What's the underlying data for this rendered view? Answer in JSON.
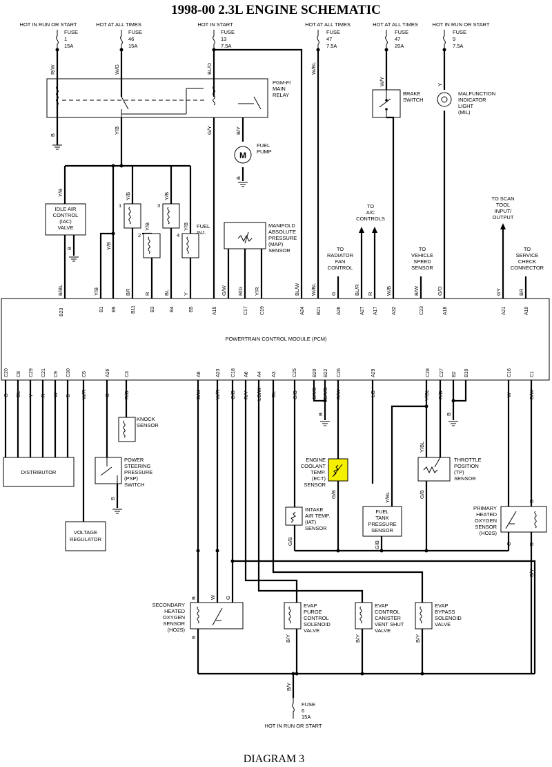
{
  "title": "1998-00 2.3L ENGINE SCHEMATIC",
  "footer": "DIAGRAM 3",
  "colors": {
    "ect_highlight": "#f5f000",
    "wire": "#000000",
    "background": "#ffffff"
  },
  "fuses_top": [
    {
      "hot": "HOT IN RUN OR START",
      "fuse": "FUSE",
      "num": "1",
      "amps": "15A",
      "wire": "R/W"
    },
    {
      "hot": "HOT AT ALL TIMES",
      "fuse": "FUSE",
      "num": "46",
      "amps": "15A",
      "wire": "W/G"
    },
    {
      "hot": "HOT IN START",
      "fuse": "FUSE",
      "num": "13",
      "amps": "7.5A",
      "wire": "BL/O"
    },
    {
      "hot": "HOT AT ALL TIMES",
      "fuse": "FUSE",
      "num": "47",
      "amps": "7.5A",
      "wire": "W/BL"
    },
    {
      "hot": "HOT AT ALL TIMES",
      "fuse": "FUSE",
      "num": "47",
      "amps": "20A",
      "wire": "W/Y"
    },
    {
      "hot": "HOT IN RUN OR START",
      "fuse": "FUSE",
      "num": "9",
      "amps": "7.5A",
      "wire": "Y"
    }
  ],
  "relay": {
    "line1": "PGM-FI",
    "line2": "MAIN",
    "line3": "RELAY"
  },
  "fuel_pump": {
    "line1": "FUEL",
    "line2": "PUMP",
    "symbol": "M"
  },
  "brake_switch": {
    "line1": "BRAKE",
    "line2": "SWITCH"
  },
  "mil": {
    "line1": "MALFUNCTION",
    "line2": "INDICATOR",
    "line3": "LIGHT",
    "line4": "(MIL)"
  },
  "iac": {
    "line1": "IDLE AIR",
    "line2": "CONTROL",
    "line3": "(IAC)",
    "line4": "VALVE"
  },
  "injectors": {
    "label1": "FUEL",
    "label2": "INJ.",
    "n1": "1",
    "n2": "2",
    "n3": "3",
    "n4": "4"
  },
  "map": {
    "line1": "MANIFOLD",
    "line2": "ABSOLUTE",
    "line3": "PRESSURE",
    "line4": "(MAP)",
    "line5": "SENSOR"
  },
  "to_labels": {
    "ac_1": "TO",
    "ac_2": "A/C",
    "ac_3": "CONTROLS",
    "fan_1": "TO",
    "fan_2": "RADIATOR",
    "fan_3": "FAN",
    "fan_4": "CONTROL",
    "vss_1": "TO",
    "vss_2": "VEHICLE",
    "vss_3": "SPEED",
    "vss_4": "SENSOR",
    "scan_1": "TO SCAN",
    "scan_2": "TOOL",
    "scan_3": "INPUT/",
    "scan_4": "OUTPUT",
    "svc_1": "TO",
    "svc_2": "SERVICE",
    "svc_3": "CHECK",
    "svc_4": "CONNECTOR"
  },
  "ground_label": "B",
  "wires": {
    "gy": "G/Y",
    "yb": "Y/B",
    "by": "B/Y",
    "bbl": "B/BL",
    "br": "BR",
    "r": "R",
    "bl": "BL",
    "y": "Y",
    "gw": "G/W",
    "rg": "R/G",
    "yr": "Y/R",
    "blw": "BL/W",
    "g": "G",
    "blr": "BL/R",
    "wb": "W/B",
    "bw": "B/W",
    "go": "G/O",
    "gyy": "GY",
    "c8": "BL",
    "c29": "Y",
    "c21": "R",
    "c9": "W",
    "c30": "B",
    "wr": "W/R",
    "rb": "R/B",
    "a8": "B/W",
    "a23": "W/R",
    "c18": "G/B",
    "a6": "R/Y",
    "a4": "LG/W",
    "a3": "BL",
    "c25": "G/B",
    "brb": "BR/B",
    "rw": "R/W",
    "lg": "LG",
    "ybl": "Y/BL",
    "gb": "G/B",
    "w": "W",
    "bww": "B/W",
    "bw2": "W",
    "g2": "G",
    "by2": "B/Y"
  },
  "pins_top": {
    "b23": "B23",
    "b1": "B1",
    "b9": "B9",
    "b11": "B11",
    "b3": "B3",
    "b4": "B4",
    "b5": "B5",
    "a15": "A15",
    "c17": "C17",
    "c19": "C19",
    "a24": "A24",
    "b21": "B21",
    "a26": "A26",
    "a27": "A27",
    "a17": "A17",
    "a32": "A32",
    "c23": "C23",
    "a18": "A18",
    "a21": "A21",
    "a10": "A10"
  },
  "pins_bottom": {
    "c20": "C20",
    "c8": "C8",
    "c29": "C29",
    "c21": "C21",
    "c9": "C9",
    "c30": "C30",
    "c5": "C5",
    "a26": "A26",
    "c3": "C3",
    "a8": "A8",
    "a23": "A23",
    "c18": "C18",
    "a6": "A6",
    "a4": "A4",
    "a3": "A3",
    "c25": "C25",
    "b20": "B20",
    "b22": "B22",
    "c26": "C26",
    "a29": "A29",
    "c28": "C28",
    "c27": "C27",
    "b2": "B2",
    "b10": "B10",
    "c16": "C16",
    "c1": "C1"
  },
  "pcm": "POWERTRAIN CONTROL MODULE (PCM)",
  "distributor": "DISTRIBUTOR",
  "knock": {
    "line1": "KNOCK",
    "line2": "SENSOR"
  },
  "psp": {
    "line1": "POWER",
    "line2": "STEERING",
    "line3": "PRESSURE",
    "line4": "(PSP)",
    "line5": "SWITCH"
  },
  "voltage_reg": {
    "line1": "VOLTAGE",
    "line2": "REGULATOR"
  },
  "ect": {
    "line1": "ENGINE",
    "line2": "COOLANT",
    "line3": "TEMP.",
    "line4": "(ECT)",
    "line5": "SENSOR"
  },
  "iat": {
    "line1": "INTAKE",
    "line2": "AIR TEMP.",
    "line3": "(IAT)",
    "line4": "SENSOR"
  },
  "ftp": {
    "line1": "FUEL",
    "line2": "TANK",
    "line3": "PRESSURE",
    "line4": "SENSOR"
  },
  "tp": {
    "line1": "THROTTLE",
    "line2": "POSITION",
    "line3": "(TP)",
    "line4": "SENSOR"
  },
  "h2s_primary": {
    "line1": "PRIMARY",
    "line2": "HEATED",
    "line3": "OXYGEN",
    "line4": "SENSOR",
    "line5": "(HO2S)"
  },
  "h2s_secondary": {
    "line1": "SECONDARY",
    "line2": "HEATED",
    "line3": "OXYGEN",
    "line4": "SENSOR",
    "line5": "(HO2S)"
  },
  "evap_purge": {
    "line1": "EVAP",
    "line2": "PURGE",
    "line3": "CONTROL",
    "line4": "SOLENOID",
    "line5": "VALVE"
  },
  "evap_vent": {
    "line1": "EVAP",
    "line2": "CONTROL",
    "line3": "CANISTER",
    "line4": "VENT SHUT",
    "line5": "VALVE"
  },
  "evap_bypass": {
    "line1": "EVAP",
    "line2": "BYPASS",
    "line3": "SOLENOID",
    "line4": "VALVE"
  },
  "bottom_fuse": {
    "fuse": "FUSE",
    "num": "6",
    "amps": "15A",
    "hot": "HOT IN RUN OR START"
  }
}
